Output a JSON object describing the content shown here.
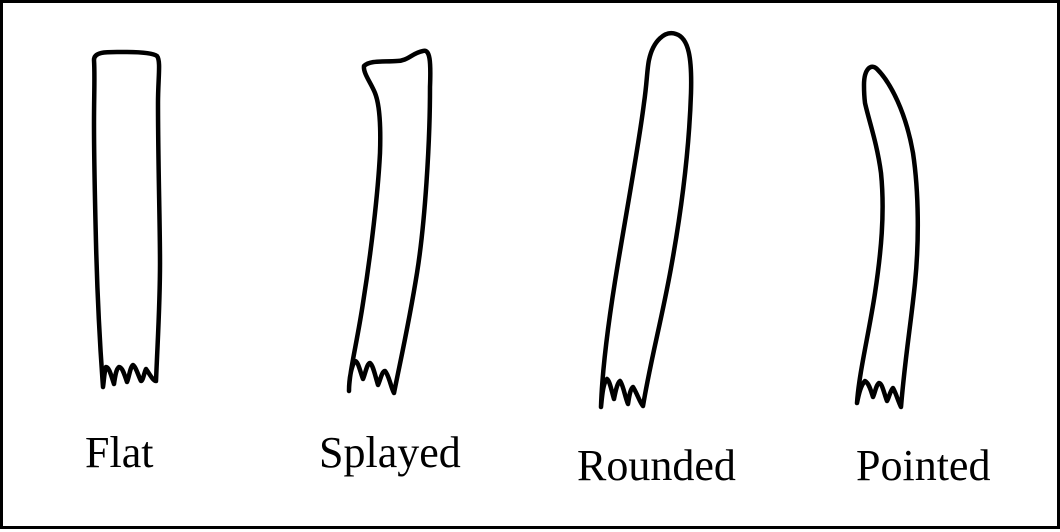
{
  "figure": {
    "labels": {
      "flat": "Flat",
      "splayed": "Splayed",
      "rounded": "Rounded",
      "pointed": "Pointed"
    },
    "stroke_color": "#000000",
    "background_color": "#ffffff"
  }
}
